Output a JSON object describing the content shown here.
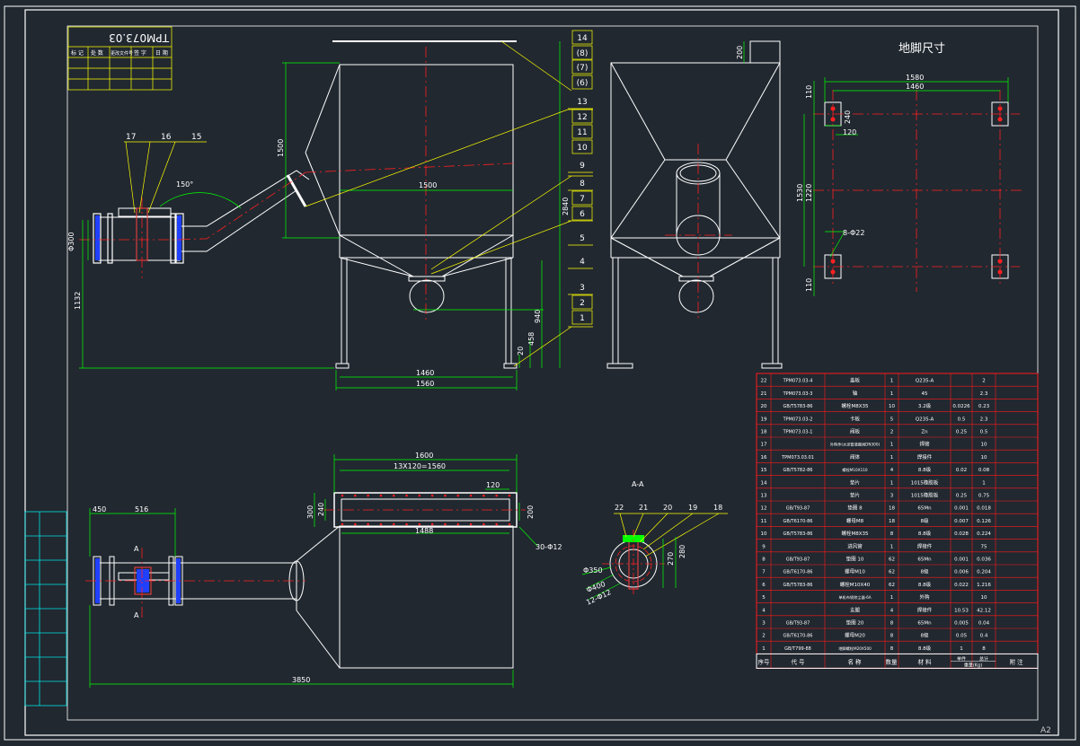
{
  "colors": {
    "background": "#212830",
    "line": "#ffffff",
    "dim": "#00ff00",
    "center": "#ff2020",
    "leader": "#ffff00",
    "table": "#ff1a1a",
    "label": "#ffffff",
    "text_gray": "#c8c8c8",
    "title_cyan": "#00e5e5"
  },
  "drawing_number": "TPM073.03",
  "title_block_small_headers": [
    "标 记",
    "处 数",
    "更改文件号",
    "签 字",
    "日 期"
  ],
  "sheet_size": "A2",
  "anchor_title": "地脚尺寸",
  "section_label": "A-A",
  "section_marks": [
    "A",
    "A"
  ],
  "angle_label": "150°",
  "balloons_front": [
    {
      "n": "14",
      "boxed": true
    },
    {
      "n": "(8)",
      "boxed": true
    },
    {
      "n": "(7)",
      "boxed": true
    },
    {
      "n": "(6)",
      "boxed": true
    },
    {
      "n": "13",
      "boxed": false
    },
    {
      "n": "12",
      "boxed": true
    },
    {
      "n": "11",
      "boxed": true
    },
    {
      "n": "10",
      "boxed": true
    },
    {
      "n": "9",
      "boxed": false
    },
    {
      "n": "8",
      "boxed": false
    },
    {
      "n": "7",
      "boxed": true
    },
    {
      "n": "6",
      "boxed": true
    },
    {
      "n": "5",
      "boxed": false
    },
    {
      "n": "4",
      "boxed": false
    },
    {
      "n": "3",
      "boxed": false
    },
    {
      "n": "2",
      "boxed": true
    },
    {
      "n": "1",
      "boxed": true
    }
  ],
  "balloons_pipe": [
    "17",
    "16",
    "15"
  ],
  "balloons_section": [
    "22",
    "21",
    "20",
    "19",
    "18"
  ],
  "dims_front": {
    "width_1500": "1500",
    "height_1500": "1500",
    "total_2840": "2840",
    "height_940": "940",
    "height_458": "458",
    "height_20": "20",
    "leg_1460": "1460",
    "base_1560": "1560",
    "pipe_1132": "1132",
    "pipe_dia": "Φ300"
  },
  "dims_side": {
    "top_200": "200"
  },
  "dims_anchor": {
    "outer_1580": "1580",
    "inner_1460": "1460",
    "w_240": "240",
    "w_120": "120",
    "h_1530": "1530",
    "h_1220": "1220",
    "h_110_top": "110",
    "h_110_bot": "110",
    "hole": "8-Φ22"
  },
  "dims_plan": {
    "total_1600": "1600",
    "holes_1560": "13X120=1560",
    "w_120": "120",
    "h_300": "300",
    "h_240": "240",
    "w_1488": "1488",
    "w_200": "200",
    "holes": "30-Φ12",
    "d_450": "450",
    "d_516": "516",
    "total_3850": "3850"
  },
  "dims_section": {
    "d_350": "Φ350",
    "d_400": "Φ400",
    "holes": "12-Φ12",
    "h_270": "270",
    "h_280": "280"
  },
  "bom_rows": [
    {
      "no": "22",
      "code": "TPM073.03-4",
      "name": "盖板",
      "qty": "1",
      "mat": "Q235-A",
      "unit": "",
      "total": "2",
      "note": ""
    },
    {
      "no": "21",
      "code": "TPM073.03-3",
      "name": "轴",
      "qty": "1",
      "mat": "45",
      "unit": "",
      "total": "2.3",
      "note": ""
    },
    {
      "no": "20",
      "code": "GB/T5783-86",
      "name": "螺栓M8X35",
      "qty": "10",
      "mat": "3.2级",
      "unit": "0.0226",
      "total": "0.23",
      "note": ""
    },
    {
      "no": "19",
      "code": "TPM073.03-2",
      "name": "卡板",
      "qty": "5",
      "mat": "Q235-A",
      "unit": "0.5",
      "total": "2.3",
      "note": ""
    },
    {
      "no": "18",
      "code": "TPM073.03-1",
      "name": "阀板",
      "qty": "2",
      "mat": "Zn",
      "unit": "0.25",
      "total": "0.5",
      "note": ""
    },
    {
      "no": "17",
      "code": "",
      "name": "外购件(水泥管道蝶阀DN300)",
      "qty": "1",
      "mat": "焊接",
      "unit": "",
      "total": "10",
      "note": ""
    },
    {
      "no": "16",
      "code": "TPM073.03.01",
      "name": "阀体",
      "qty": "1",
      "mat": "焊接件",
      "unit": "",
      "total": "10",
      "note": ""
    },
    {
      "no": "15",
      "code": "GB/T5782-86",
      "name": "螺栓M10X110",
      "qty": "4",
      "mat": "8.8级",
      "unit": "0.02",
      "total": "0.08",
      "note": ""
    },
    {
      "no": "14",
      "code": "",
      "name": "垫片",
      "qty": "1",
      "mat": "1015橡胶板",
      "unit": "",
      "total": "1",
      "note": ""
    },
    {
      "no": "13",
      "code": "",
      "name": "垫片",
      "qty": "3",
      "mat": "1015橡胶板",
      "unit": "0.25",
      "total": "0.75",
      "note": ""
    },
    {
      "no": "12",
      "code": "GB/T93-87",
      "name": "垫圈 8",
      "qty": "18",
      "mat": "65Mn",
      "unit": "0.001",
      "total": "0.018",
      "note": ""
    },
    {
      "no": "11",
      "code": "GB/T6170-86",
      "name": "螺母M8",
      "qty": "18",
      "mat": "8级",
      "unit": "0.007",
      "total": "0.126",
      "note": ""
    },
    {
      "no": "10",
      "code": "GB/T5783-86",
      "name": "螺栓M8X35",
      "qty": "8",
      "mat": "8.8级",
      "unit": "0.028",
      "total": "0.224",
      "note": ""
    },
    {
      "no": "9",
      "code": "",
      "name": "进风管",
      "qty": "1",
      "mat": "焊接件",
      "unit": "",
      "total": "75",
      "note": ""
    },
    {
      "no": "8",
      "code": "GB/T93-87",
      "name": "垫圈 10",
      "qty": "62",
      "mat": "65Mn",
      "unit": "0.001",
      "total": "0.036",
      "note": ""
    },
    {
      "no": "7",
      "code": "GB/T6170-86",
      "name": "螺母M10",
      "qty": "62",
      "mat": "8级",
      "unit": "0.006",
      "total": "0.204",
      "note": ""
    },
    {
      "no": "6",
      "code": "GB/T5783-86",
      "name": "螺栓M10X40",
      "qty": "62",
      "mat": "8.8级",
      "unit": "0.022",
      "total": "1.216",
      "note": ""
    },
    {
      "no": "5",
      "code": "",
      "name": "单机布袋除尘器-6A",
      "qty": "1",
      "mat": "外购",
      "unit": "",
      "total": "10",
      "note": ""
    },
    {
      "no": "4",
      "code": "",
      "name": "支腿",
      "qty": "4",
      "mat": "焊接件",
      "unit": "10.53",
      "total": "42.12",
      "note": ""
    },
    {
      "no": "3",
      "code": "GB/T93-87",
      "name": "垫圈 20",
      "qty": "8",
      "mat": "65Mn",
      "unit": "0.005",
      "total": "0.04",
      "note": ""
    },
    {
      "no": "2",
      "code": "GB/T6170-86",
      "name": "螺母M20",
      "qty": "8",
      "mat": "8级",
      "unit": "0.05",
      "total": "0.4",
      "note": ""
    },
    {
      "no": "1",
      "code": "GB/T799-88",
      "name": "地脚螺栓M20X500",
      "qty": "8",
      "mat": "8.8级",
      "unit": "1",
      "total": "8",
      "note": ""
    }
  ],
  "bom_header": {
    "no": "序号",
    "code": "代 号",
    "name": "名 称",
    "qty": "数量",
    "mat": "材 料",
    "unit_top": "单件",
    "unit_bottom": "总计",
    "weight": "重量(Kg)",
    "note": "附 注"
  }
}
